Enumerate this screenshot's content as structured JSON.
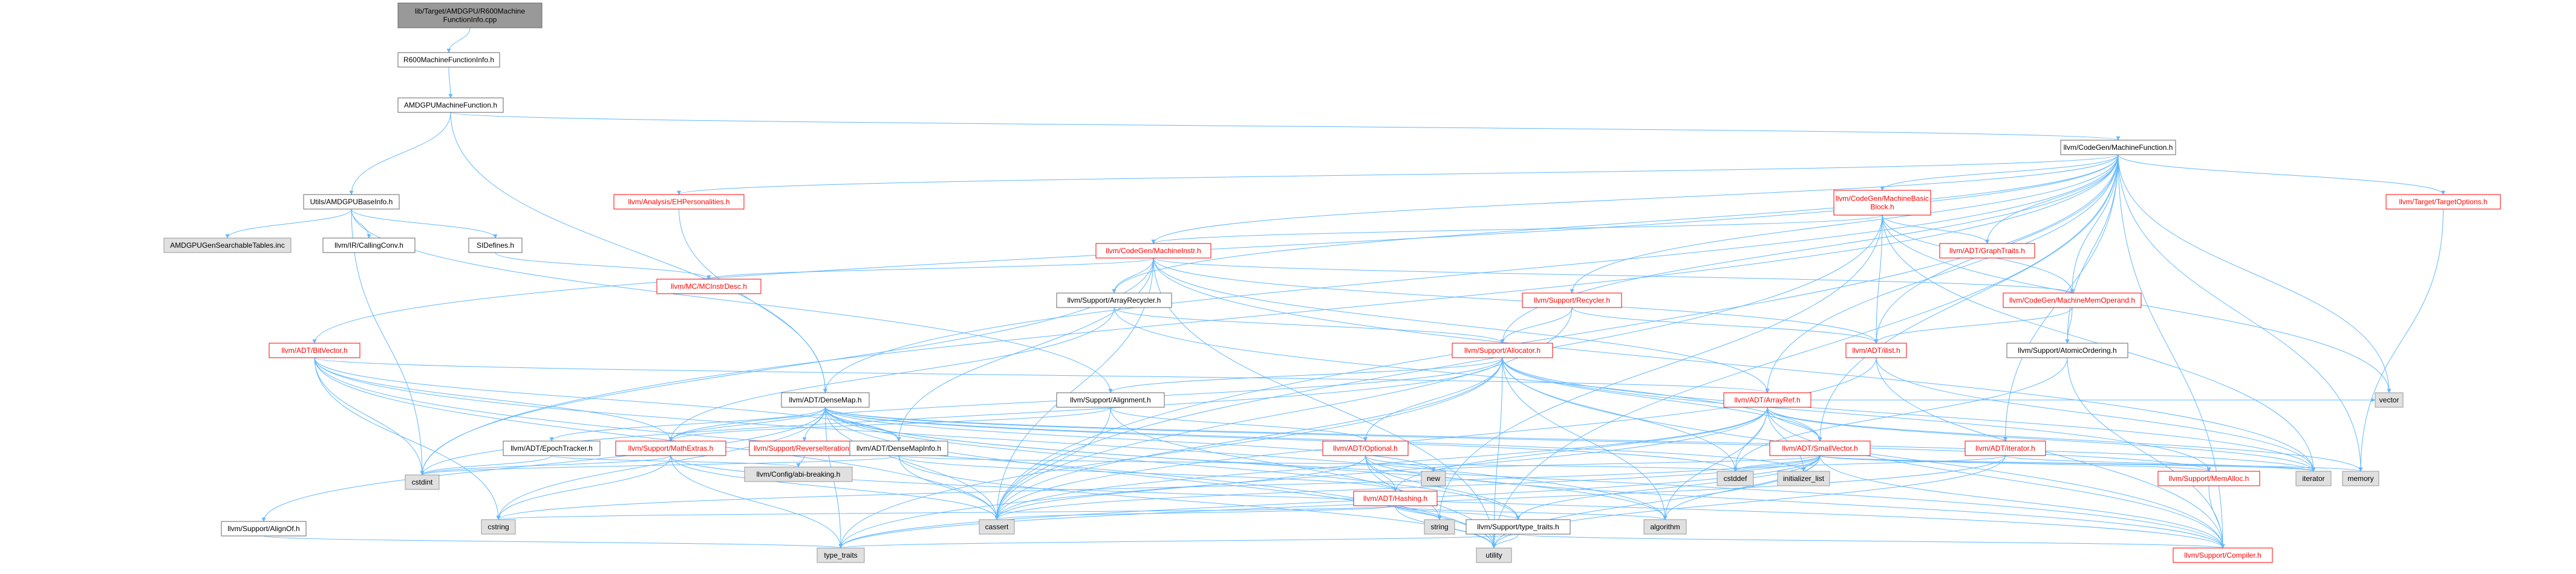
{
  "graph": {
    "colors": {
      "edge": "#63b8ff",
      "node_border": "#666666",
      "node_fill": "#ffffff",
      "root_fill": "#999999",
      "system_fill": "#e0e0e0",
      "linked_border": "#ff0000",
      "linked_text": "#ff0000",
      "text": "#000000"
    },
    "nodes": [
      {
        "id": "root",
        "label": "lib/Target/AMDGPU/R600Machine\nFunctionInfo.cpp",
        "kind": "root"
      },
      {
        "id": "r600mfi",
        "label": "R600MachineFunctionInfo.h",
        "kind": "normal"
      },
      {
        "id": "amdgpumf",
        "label": "AMDGPUMachineFunction.h",
        "kind": "normal"
      },
      {
        "id": "cgmf",
        "label": "llvm/CodeGen/MachineFunction.h",
        "kind": "normal"
      },
      {
        "id": "amdbase",
        "label": "Utils/AMDGPUBaseInfo.h",
        "kind": "normal"
      },
      {
        "id": "searchtables",
        "label": "AMDGPUGenSearchableTables.inc",
        "kind": "system"
      },
      {
        "id": "callconv",
        "label": "llvm/IR/CallingConv.h",
        "kind": "normal"
      },
      {
        "id": "sidefines",
        "label": "SIDefines.h",
        "kind": "normal"
      },
      {
        "id": "ehpers",
        "label": "llvm/Analysis/EHPersonalities.h",
        "kind": "linked"
      },
      {
        "id": "mbb",
        "label": "llvm/CodeGen/MachineBasic\nBlock.h",
        "kind": "linked"
      },
      {
        "id": "targetopts",
        "label": "llvm/Target/TargetOptions.h",
        "kind": "linked"
      },
      {
        "id": "minstr",
        "label": "llvm/CodeGen/MachineInstr.h",
        "kind": "linked"
      },
      {
        "id": "graphtraits",
        "label": "llvm/ADT/GraphTraits.h",
        "kind": "linked"
      },
      {
        "id": "mcinstrdesc",
        "label": "llvm/MC/MCInstrDesc.h",
        "kind": "linked"
      },
      {
        "id": "arrayrecycler",
        "label": "llvm/Support/ArrayRecycler.h",
        "kind": "normal"
      },
      {
        "id": "recycler",
        "label": "llvm/Support/Recycler.h",
        "kind": "linked"
      },
      {
        "id": "mmo",
        "label": "llvm/CodeGen/MachineMemOperand.h",
        "kind": "linked"
      },
      {
        "id": "bitvector",
        "label": "llvm/ADT/BitVector.h",
        "kind": "linked"
      },
      {
        "id": "allocator",
        "label": "llvm/Support/Allocator.h",
        "kind": "linked"
      },
      {
        "id": "ilist",
        "label": "llvm/ADT/ilist.h",
        "kind": "linked"
      },
      {
        "id": "atomicord",
        "label": "llvm/Support/AtomicOrdering.h",
        "kind": "normal"
      },
      {
        "id": "densemap",
        "label": "llvm/ADT/DenseMap.h",
        "kind": "normal"
      },
      {
        "id": "alignment",
        "label": "llvm/Support/Alignment.h",
        "kind": "normal"
      },
      {
        "id": "arrayref",
        "label": "llvm/ADT/ArrayRef.h",
        "kind": "linked"
      },
      {
        "id": "vector",
        "label": "vector",
        "kind": "system"
      },
      {
        "id": "mathextras",
        "label": "llvm/Support/MathExtras.h",
        "kind": "linked"
      },
      {
        "id": "epochtracker",
        "label": "llvm/ADT/EpochTracker.h",
        "kind": "normal"
      },
      {
        "id": "reverseiter",
        "label": "llvm/Support/ReverseIteration.h",
        "kind": "linked"
      },
      {
        "id": "densemapinfo",
        "label": "llvm/ADT/DenseMapInfo.h",
        "kind": "normal"
      },
      {
        "id": "optional",
        "label": "llvm/ADT/Optional.h",
        "kind": "linked"
      },
      {
        "id": "smallvector",
        "label": "llvm/ADT/SmallVector.h",
        "kind": "linked"
      },
      {
        "id": "adtiterator",
        "label": "llvm/ADT/iterator.h",
        "kind": "linked"
      },
      {
        "id": "abibreaking",
        "label": "llvm/Config/abi-breaking.h",
        "kind": "system"
      },
      {
        "id": "cstdint",
        "label": "cstdint",
        "kind": "system"
      },
      {
        "id": "new",
        "label": "new",
        "kind": "system"
      },
      {
        "id": "hashing",
        "label": "llvm/ADT/Hashing.h",
        "kind": "linked"
      },
      {
        "id": "cstddef",
        "label": "cstddef",
        "kind": "system"
      },
      {
        "id": "initlist",
        "label": "initializer_list",
        "kind": "system"
      },
      {
        "id": "iterator",
        "label": "iterator",
        "kind": "system"
      },
      {
        "id": "memory",
        "label": "memory",
        "kind": "system"
      },
      {
        "id": "memalloc",
        "label": "llvm/Support/MemAlloc.h",
        "kind": "linked"
      },
      {
        "id": "alignof",
        "label": "llvm/Support/AlignOf.h",
        "kind": "normal"
      },
      {
        "id": "cstring",
        "label": "cstring",
        "kind": "system"
      },
      {
        "id": "cassert",
        "label": "cassert",
        "kind": "system"
      },
      {
        "id": "string",
        "label": "string",
        "kind": "system"
      },
      {
        "id": "algorithm",
        "label": "algorithm",
        "kind": "system"
      },
      {
        "id": "typetraitsh",
        "label": "llvm/Support/type_traits.h",
        "kind": "normal"
      },
      {
        "id": "type_traits",
        "label": "type_traits",
        "kind": "system"
      },
      {
        "id": "utility",
        "label": "utility",
        "kind": "system"
      },
      {
        "id": "compiler",
        "label": "llvm/Support/Compiler.h",
        "kind": "linked"
      }
    ],
    "edges": [
      [
        "root",
        "r600mfi"
      ],
      [
        "r600mfi",
        "amdgpumf"
      ],
      [
        "amdgpumf",
        "cgmf"
      ],
      [
        "amdgpumf",
        "amdbase"
      ],
      [
        "amdgpumf",
        "densemap"
      ],
      [
        "amdbase",
        "searchtables"
      ],
      [
        "amdbase",
        "callconv"
      ],
      [
        "amdbase",
        "sidefines"
      ],
      [
        "amdbase",
        "alignment"
      ],
      [
        "amdbase",
        "cstdint"
      ],
      [
        "sidefines",
        "mcinstrdesc"
      ],
      [
        "cgmf",
        "ehpers"
      ],
      [
        "cgmf",
        "mbb"
      ],
      [
        "cgmf",
        "targetopts"
      ],
      [
        "cgmf",
        "minstr"
      ],
      [
        "cgmf",
        "graphtraits"
      ],
      [
        "cgmf",
        "arrayrecycler"
      ],
      [
        "cgmf",
        "recycler"
      ],
      [
        "cgmf",
        "mmo"
      ],
      [
        "cgmf",
        "bitvector"
      ],
      [
        "cgmf",
        "allocator"
      ],
      [
        "cgmf",
        "ilist"
      ],
      [
        "cgmf",
        "atomicord"
      ],
      [
        "cgmf",
        "densemap"
      ],
      [
        "cgmf",
        "arrayref"
      ],
      [
        "cgmf",
        "smallvector"
      ],
      [
        "cgmf",
        "adtiterator"
      ],
      [
        "cgmf",
        "vector"
      ],
      [
        "cgmf",
        "memory"
      ],
      [
        "cgmf",
        "cassert"
      ],
      [
        "cgmf",
        "cstdint"
      ],
      [
        "cgmf",
        "utility"
      ],
      [
        "cgmf",
        "compiler"
      ],
      [
        "ehpers",
        "densemap"
      ],
      [
        "targetopts",
        "memory"
      ],
      [
        "mbb",
        "graphtraits"
      ],
      [
        "mbb",
        "minstr"
      ],
      [
        "mbb",
        "ilist"
      ],
      [
        "mbb",
        "iterator"
      ],
      [
        "mbb",
        "vector"
      ],
      [
        "mbb",
        "string"
      ],
      [
        "mbb",
        "cassert"
      ],
      [
        "mbb",
        "mmo"
      ],
      [
        "minstr",
        "densemapinfo"
      ],
      [
        "minstr",
        "arrayrecycler"
      ],
      [
        "minstr",
        "mcinstrdesc"
      ],
      [
        "minstr",
        "ilist"
      ],
      [
        "minstr",
        "mmo"
      ],
      [
        "minstr",
        "cassert"
      ],
      [
        "minstr",
        "cstdint"
      ],
      [
        "minstr",
        "utility"
      ],
      [
        "minstr",
        "iterator"
      ],
      [
        "minstr",
        "arrayref"
      ],
      [
        "arrayrecycler",
        "smallvector"
      ],
      [
        "arrayrecycler",
        "allocator"
      ],
      [
        "arrayrecycler",
        "mathextras"
      ],
      [
        "recycler",
        "allocator"
      ],
      [
        "recycler",
        "ilist"
      ],
      [
        "recycler",
        "cassert"
      ],
      [
        "mmo",
        "atomicord"
      ],
      [
        "mmo",
        "ilist"
      ],
      [
        "bitvector",
        "arrayref"
      ],
      [
        "bitvector",
        "densemapinfo"
      ],
      [
        "bitvector",
        "mathextras"
      ],
      [
        "bitvector",
        "cstdint"
      ],
      [
        "bitvector",
        "algorithm"
      ],
      [
        "bitvector",
        "cassert"
      ],
      [
        "bitvector",
        "climits"
      ],
      [
        "bitvector",
        "utility"
      ],
      [
        "bitvector",
        "cstring"
      ],
      [
        "allocator",
        "alignment"
      ],
      [
        "allocator",
        "mathextras"
      ],
      [
        "allocator",
        "compiler"
      ],
      [
        "allocator",
        "memalloc"
      ],
      [
        "allocator",
        "algorithm"
      ],
      [
        "allocator",
        "cassert"
      ],
      [
        "allocator",
        "cstddef"
      ],
      [
        "allocator",
        "cstdint"
      ],
      [
        "allocator",
        "iterator"
      ],
      [
        "allocator",
        "optional"
      ],
      [
        "allocator",
        "type_traits"
      ],
      [
        "allocator",
        "utility"
      ],
      [
        "allocator",
        "smallvector"
      ],
      [
        "ilist",
        "iterator"
      ],
      [
        "ilist",
        "cassert"
      ],
      [
        "ilist",
        "compiler"
      ],
      [
        "atomicord",
        "compiler"
      ],
      [
        "atomicord",
        "cstddef"
      ],
      [
        "densemap",
        "densemapinfo"
      ],
      [
        "densemap",
        "epochtracker"
      ],
      [
        "densemap",
        "alignof"
      ],
      [
        "densemap",
        "compiler"
      ],
      [
        "densemap",
        "mathextras"
      ],
      [
        "densemap",
        "memalloc"
      ],
      [
        "densemap",
        "reverseiter"
      ],
      [
        "densemap",
        "typetraitsh"
      ],
      [
        "densemap",
        "algorithm"
      ],
      [
        "densemap",
        "cassert"
      ],
      [
        "densemap",
        "cstddef"
      ],
      [
        "densemap",
        "cstring"
      ],
      [
        "densemap",
        "initlist"
      ],
      [
        "densemap",
        "iterator"
      ],
      [
        "densemap",
        "new"
      ],
      [
        "densemap",
        "type_traits"
      ],
      [
        "densemap",
        "utility"
      ],
      [
        "alignment",
        "mathextras"
      ],
      [
        "alignment",
        "cassert"
      ],
      [
        "alignment",
        "optional"
      ],
      [
        "alignment",
        "string"
      ],
      [
        "arrayref",
        "hashing"
      ],
      [
        "arrayref",
        "smallvector"
      ],
      [
        "arrayref",
        "compiler"
      ],
      [
        "arrayref",
        "algorithm"
      ],
      [
        "arrayref",
        "array"
      ],
      [
        "arrayref",
        "cassert"
      ],
      [
        "arrayref",
        "cstddef"
      ],
      [
        "arrayref",
        "initlist"
      ],
      [
        "arrayref",
        "iterator"
      ],
      [
        "arrayref",
        "memory"
      ],
      [
        "arrayref",
        "type_traits"
      ],
      [
        "arrayref",
        "vector"
      ],
      [
        "mathextras",
        "compiler"
      ],
      [
        "mathextras",
        "cassert"
      ],
      [
        "mathextras",
        "climits"
      ],
      [
        "mathextras",
        "cstdint"
      ],
      [
        "mathextras",
        "cstring"
      ],
      [
        "mathextras",
        "type_traits"
      ],
      [
        "epochtracker",
        "abibreaking"
      ],
      [
        "epochtracker",
        "cstdint"
      ],
      [
        "reverseiter",
        "abibreaking"
      ],
      [
        "densemapinfo",
        "hashing"
      ],
      [
        "densemapinfo",
        "cassert"
      ],
      [
        "densemapinfo",
        "cstddef"
      ],
      [
        "densemapinfo",
        "cstdint"
      ],
      [
        "densemapinfo",
        "utility"
      ],
      [
        "optional",
        "hashing"
      ],
      [
        "optional",
        "compiler"
      ],
      [
        "optional",
        "typetraitsh"
      ],
      [
        "optional",
        "cassert"
      ],
      [
        "optional",
        "new"
      ],
      [
        "optional",
        "utility"
      ],
      [
        "smallvector",
        "compiler"
      ],
      [
        "smallvector",
        "typetraitsh"
      ],
      [
        "smallvector",
        "algorithm"
      ],
      [
        "smallvector",
        "cassert"
      ],
      [
        "smallvector",
        "cstddef"
      ],
      [
        "smallvector",
        "cstdlib"
      ],
      [
        "smallvector",
        "cstring"
      ],
      [
        "smallvector",
        "functional"
      ],
      [
        "smallvector",
        "initlist"
      ],
      [
        "smallvector",
        "iterator"
      ],
      [
        "smallvector",
        "limits"
      ],
      [
        "smallvector",
        "memory"
      ],
      [
        "smallvector",
        "new"
      ],
      [
        "smallvector",
        "type_traits"
      ],
      [
        "smallvector",
        "utility"
      ],
      [
        "smallvector",
        "memalloc"
      ],
      [
        "adtiterator",
        "iterator"
      ],
      [
        "adtiterator",
        "cstddef"
      ],
      [
        "adtiterator",
        "type_traits"
      ],
      [
        "adtiterator",
        "utility"
      ],
      [
        "hashing",
        "typetraitsh"
      ],
      [
        "hashing",
        "algorithm"
      ],
      [
        "hashing",
        "cassert"
      ],
      [
        "hashing",
        "cstring"
      ],
      [
        "hashing",
        "string"
      ],
      [
        "hashing",
        "utility"
      ],
      [
        "hashing",
        "tuple"
      ],
      [
        "typetraitsh",
        "compiler"
      ],
      [
        "typetraitsh",
        "type_traits"
      ],
      [
        "typetraitsh",
        "utility"
      ],
      [
        "memalloc",
        "compiler"
      ],
      [
        "alignof",
        "type_traits"
      ]
    ]
  }
}
